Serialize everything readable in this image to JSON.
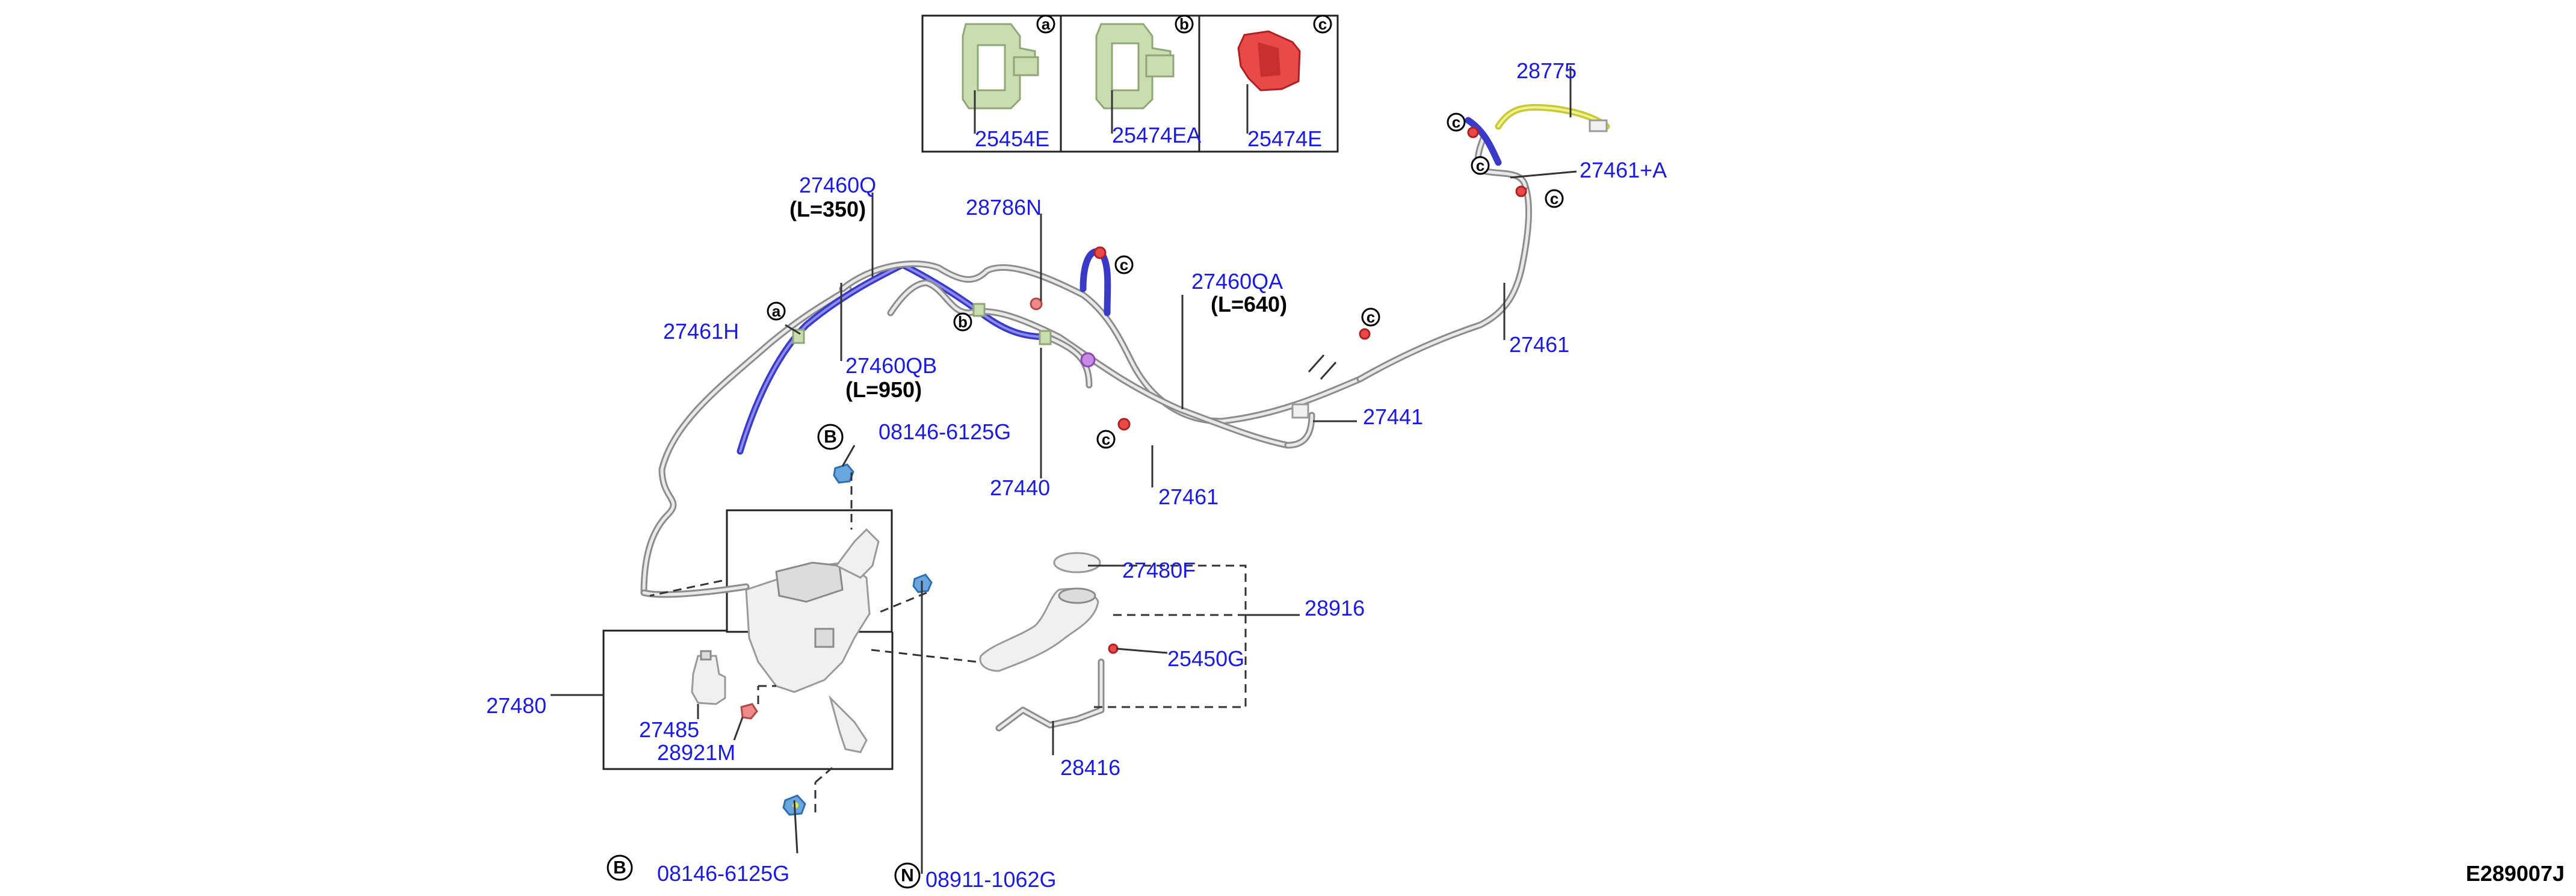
{
  "diagram_code": "E289007J",
  "inset_panels": [
    {
      "marker": "a",
      "part": "25454E"
    },
    {
      "marker": "b",
      "part": "25474EA"
    },
    {
      "marker": "c",
      "part": "25474E"
    }
  ],
  "callouts": {
    "p28775": "28775",
    "p27461plusA": "27461+A",
    "p27460Q": "27460Q",
    "len27460Q": "(L=350)",
    "p28786N": "28786N",
    "p27460QA": "27460QA",
    "len27460QA": "(L=640)",
    "p27461H": "27461H",
    "p27460QB": "27460QB",
    "len27460QB": "(L=950)",
    "p27461_right": "27461",
    "p27441": "27441",
    "p08146_top": "08146-6125G",
    "p27440": "27440",
    "p27461_mid": "27461",
    "p27480F": "27480F",
    "p28916": "28916",
    "p25450G": "25450G",
    "p27480": "27480",
    "p27485": "27485",
    "p28921M": "28921M",
    "p28416": "28416",
    "p08146_bottom": "08146-6125G",
    "p08911": "08911-1062G"
  },
  "markers": {
    "clip_a": "a",
    "clip_b": "b",
    "clip_c": "c",
    "bolt_B": "B",
    "nut_N": "N"
  },
  "colors": {
    "callout_text": "#1a1ae6",
    "hose_grey": "#8c8c8c",
    "hose_blue": "#3a3ac8",
    "hose_yellow": "#c8c83a",
    "clip_green": "#c9ddb0",
    "clip_red": "#e84a4a"
  }
}
